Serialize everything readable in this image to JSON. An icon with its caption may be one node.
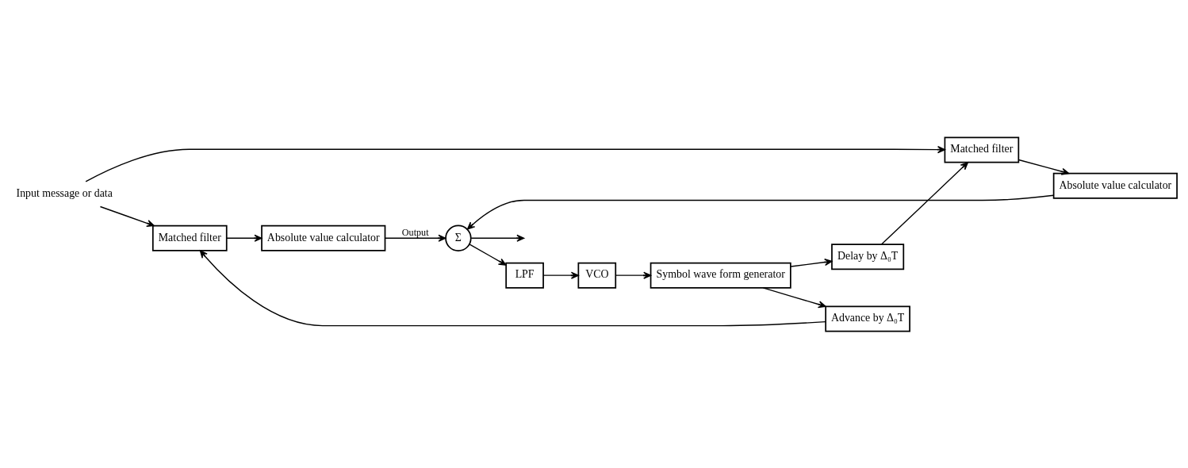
{
  "diagram": {
    "nodes": [
      {
        "text": [
          "Input message or data"
        ]
      },
      {
        "text": [
          "Matched filter"
        ]
      },
      {
        "text": [
          "Absolute value calculator"
        ]
      },
      {
        "text": [
          "Advance by Δ₀T"
        ]
      },
      {
        "text": [
          "Delay by Δ₀T"
        ]
      },
      {
        "text": [
          "Matched filter"
        ]
      },
      {
        "text": [
          "Absolute value calculator"
        ]
      },
      {
        "text": [
          "Symbol wave form generator"
        ]
      },
      {
        "text": [
          "VCO"
        ]
      },
      {
        "text": [
          "LPF"
        ]
      },
      {
        "text": [
          "Σ"
        ]
      }
    ],
    "edges": [
      {
        "from": 0,
        "to": 1,
        "arrow": "to"
      },
      {
        "from": 0,
        "to": 5,
        "arrow": "to"
      },
      {
        "from": 1,
        "to": 2,
        "arrow": "to"
      },
      {
        "from": 3,
        "to": 1,
        "arrow": "to"
      },
      {
        "from": 7,
        "to": 3,
        "arrow": "to"
      },
      {
        "from": 7,
        "to": 4,
        "arrow": "to"
      },
      {
        "from": 4,
        "to": 5,
        "arrow": "to"
      },
      {
        "from": 5,
        "to": 6,
        "arrow": "to"
      },
      {
        "from": 2,
        "to": 10,
        "arrow": "to",
        "label": "Output"
      },
      {
        "from": 6,
        "to": 10,
        "arrow": "to"
      },
      {
        "from": 10,
        "to": 9,
        "arrow": "to"
      },
      {
        "from": 9,
        "to": 8,
        "arrow": "to"
      },
      {
        "from": 8,
        "to": 7,
        "arrow": "to"
      },
      {
        "from": 10,
        "to": null,
        "arrow": "to"
      }
    ]
  }
}
